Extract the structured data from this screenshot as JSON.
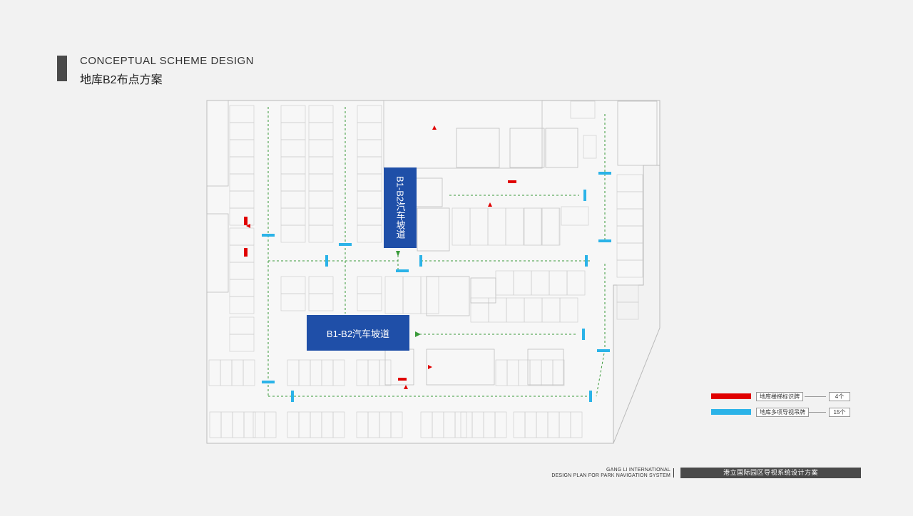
{
  "header": {
    "title_en": "CONCEPTUAL SCHEME DESIGN",
    "title_cn": "地库B2布点方案"
  },
  "ramps": {
    "vertical_label": "B1-B2汽车坡道",
    "horizontal_label": "B1-B2汽车坡道",
    "color": "#1f4fa8"
  },
  "legend": {
    "items": [
      {
        "label": "地库楼梯标识牌",
        "count": "4个",
        "color": "#e00000"
      },
      {
        "label": "地库多项导视吊牌",
        "count": "15个",
        "color": "#2bb3e8"
      }
    ]
  },
  "footer": {
    "en_line1": "GANG LI INTERNATIONAL",
    "en_line2": "DESIGN PLAN FOR PARK NAVIGATION SYSTEM",
    "cn_title": "港立国际园区导视系统设计方案"
  },
  "colors": {
    "route": "#3a9a3a",
    "stair_sign": "#e00000",
    "hanging_sign": "#2bb3e8",
    "wall": "#c8c8c8"
  }
}
